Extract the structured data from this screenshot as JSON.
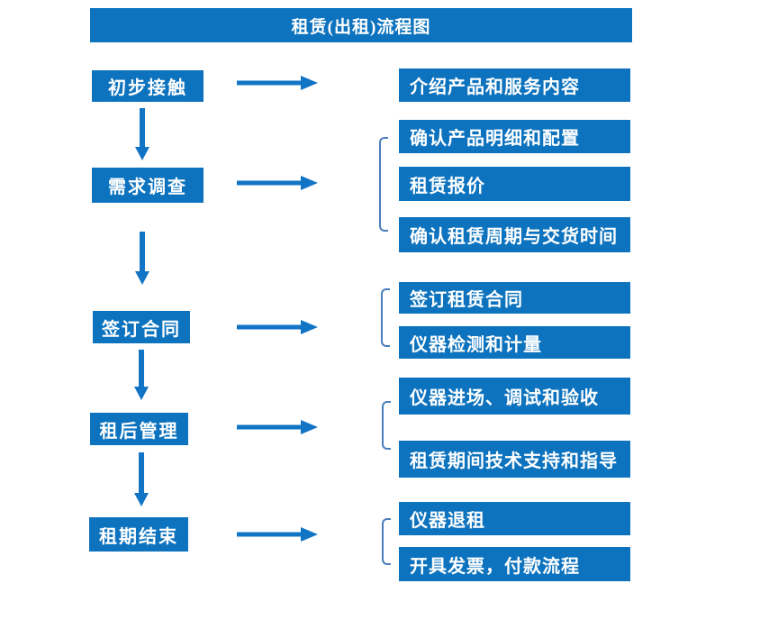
{
  "title": "租赁(出租)流程图",
  "colors": {
    "box_blue": "#0d73be",
    "arrow_blue": "#1274c5",
    "bracket_blue": "#4a7ebd",
    "text_white": "#ffffff"
  },
  "flow": [
    {
      "step": "初步接触",
      "details": [
        "介绍产品和服务内容"
      ]
    },
    {
      "step": "需求调查",
      "details": [
        "确认产品明细和配置",
        "租赁报价",
        "确认租赁周期与交货时间"
      ]
    },
    {
      "step": "签订合同",
      "details": [
        "签订租赁合同",
        "仪器检测和计量"
      ]
    },
    {
      "step": "租后管理",
      "details": [
        "仪器进场、调试和验收",
        "租赁期间技术支持和指导"
      ]
    },
    {
      "step": "租期结束",
      "details": [
        "仪器退租",
        "开具发票，付款流程"
      ]
    }
  ]
}
